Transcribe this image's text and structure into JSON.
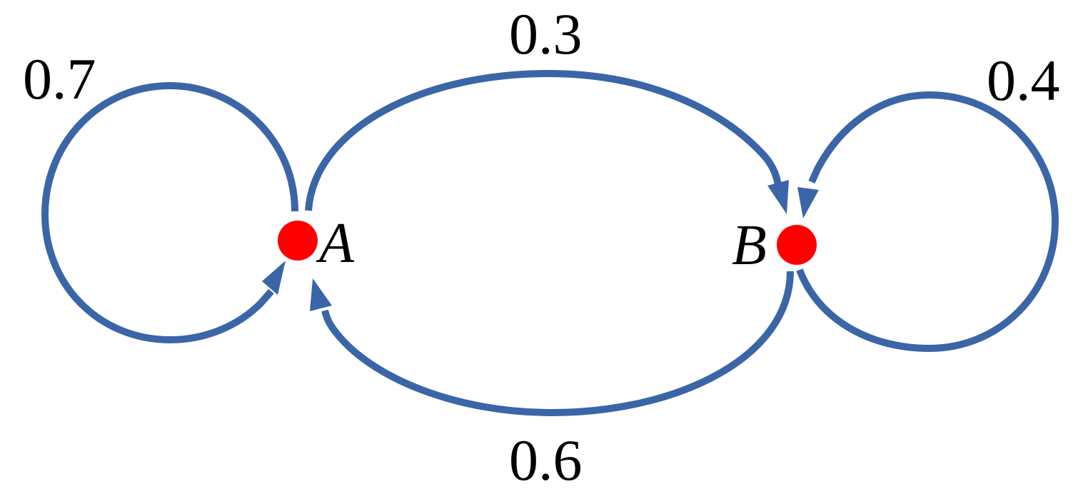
{
  "colors": {
    "edge": "#3A66A7",
    "node": "#FF0000",
    "text": "#000000"
  },
  "nodes": [
    {
      "id": "A",
      "label": "A"
    },
    {
      "id": "B",
      "label": "B"
    }
  ],
  "edges": [
    {
      "from": "A",
      "to": "A",
      "label": "0.7"
    },
    {
      "from": "A",
      "to": "B",
      "label": "0.3"
    },
    {
      "from": "B",
      "to": "B",
      "label": "0.4"
    },
    {
      "from": "B",
      "to": "A",
      "label": "0.6"
    }
  ]
}
